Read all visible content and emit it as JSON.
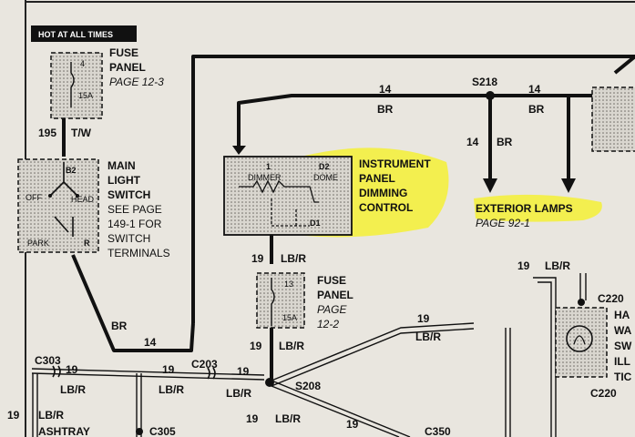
{
  "header": {
    "hot_label": "HOT AT ALL TIMES"
  },
  "fuse_top": {
    "number": "4",
    "amps": "15A",
    "title1": "FUSE",
    "title2": "PANEL",
    "page": "PAGE 12-3"
  },
  "fuse_bottom": {
    "number": "13",
    "amps": "15A",
    "title1": "FUSE",
    "title2": "PANEL",
    "page1": "PAGE",
    "page2": "12-2"
  },
  "switch": {
    "b2": "B2",
    "off": "OFF",
    "head": "HEAD",
    "park": "PARK",
    "r": "R",
    "title1": "MAIN",
    "title2": "LIGHT",
    "title3": "SWITCH",
    "note1": "SEE PAGE",
    "note2": "149-1 FOR",
    "note3": "SWITCH",
    "note4": "TERMINALS"
  },
  "dimming": {
    "t1": "1",
    "dimmer": "DIMMER",
    "d2": "D2",
    "dome": "DOME",
    "d1": "D1",
    "title1": "INSTRUMENT",
    "title2": "PANEL",
    "title3": "DIMMING",
    "title4": "CONTROL"
  },
  "exterior": {
    "title": "EXTERIOR LAMPS",
    "page": "PAGE 92-1"
  },
  "splices": {
    "s218": "S218",
    "s208": "S208"
  },
  "connectors": {
    "c303": "C303",
    "c203": "C203",
    "c305": "C305",
    "c350": "C350",
    "c220": "C220"
  },
  "wires": {
    "w14": "14",
    "br": "BR",
    "w195": "195",
    "tw": "T/W",
    "w19": "19",
    "lbr": "LB/R"
  },
  "labels": {
    "ashtray": "ASHTRAY",
    "cut1": "HA",
    "cut2": "WA",
    "cut3": "SW",
    "cut4": "ILL",
    "cut5": "TIC"
  }
}
